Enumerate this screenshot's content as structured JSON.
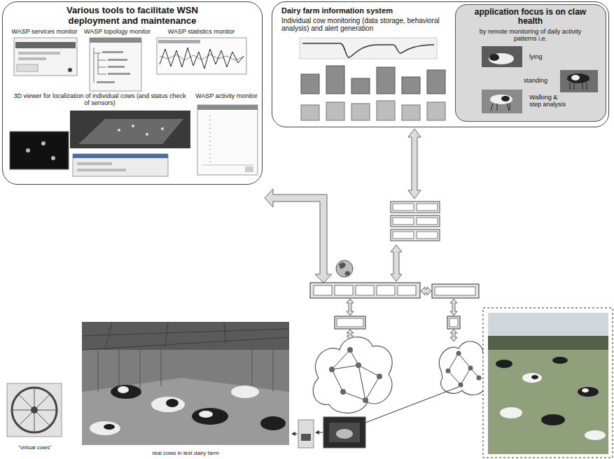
{
  "diagram": {
    "nodes": [
      {
        "text": [
          "Various tools to facilitate WSN deployment and maintenance"
        ]
      },
      {
        "text": [
          "WASP services monitor"
        ],
        "in": 0
      },
      {
        "text": [
          "WASP topology monitor"
        ],
        "in": 0
      },
      {
        "text": [
          "WASP statistics monitor"
        ],
        "in": 0
      },
      {
        "text": [
          "3D viewer for localization of individual cows (and status check of sensors)"
        ],
        "in": 0
      },
      {
        "text": [
          "WASP activity monitor"
        ],
        "in": 0
      },
      {
        "text": [
          "Dairy farm information system",
          "Individual cow monitoring (data storage, behavioral analysis) and alert generation"
        ]
      },
      {
        "text": [
          "application focus is on claw health",
          "by remote monitoring of daily activity patterns i.e."
        ],
        "in": 6
      },
      {
        "text": [
          "\"virtual cows\""
        ]
      },
      {
        "text": [
          "real cows in test dairy farm"
        ]
      }
    ],
    "labels": [
      "lying",
      "standing",
      "Walking & step analysis"
    ]
  }
}
